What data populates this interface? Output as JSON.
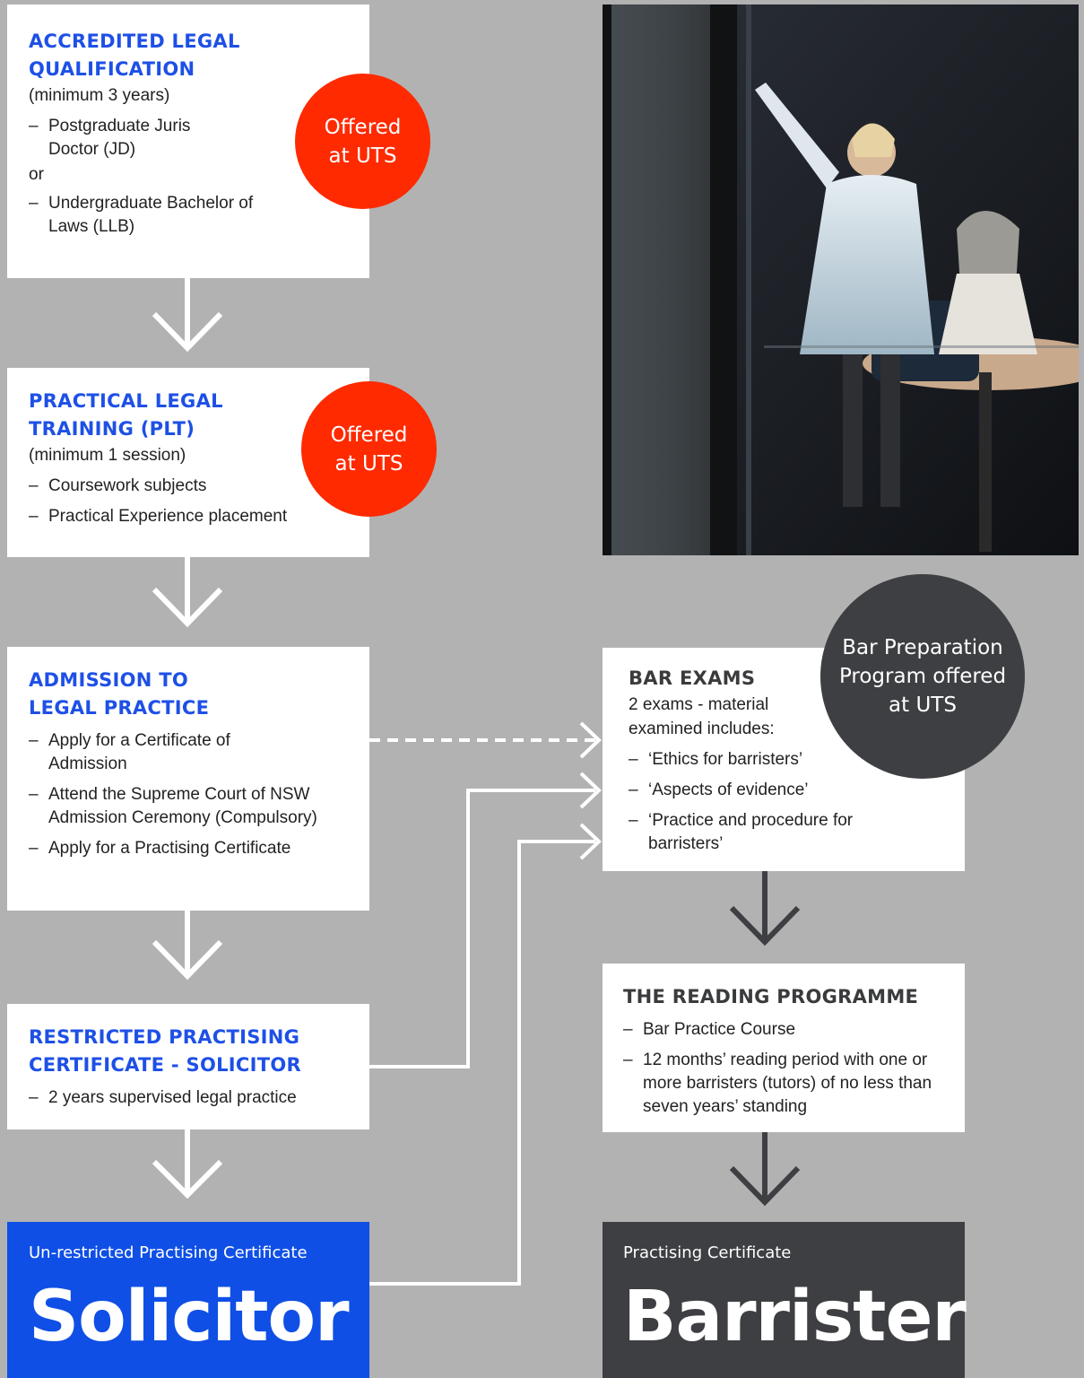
{
  "steps": {
    "qualification": {
      "title": "ACCREDITED LEGAL QUALIFICATION",
      "subtitle": "(minimum 3 years)",
      "item1": "Postgraduate Juris Doctor (JD)",
      "or": "or",
      "item2": "Undergraduate Bachelor of Laws (LLB)",
      "badge": "Offered at UTS"
    },
    "plt": {
      "title": "PRACTICAL LEGAL TRAINING (PLT)",
      "subtitle": "(minimum 1 session)",
      "items": [
        "Coursework subjects",
        "Practical Experience placement"
      ],
      "badge": "Offered at UTS"
    },
    "admission": {
      "title": "ADMISSION TO LEGAL PRACTICE",
      "items": [
        "Apply for a Certificate of Admission",
        "Attend the Supreme Court of NSW Admission Ceremony (Compulsory)",
        "Apply for a Practising Certificate"
      ]
    },
    "restricted": {
      "title": "RESTRICTED PRACTISING CERTIFICATE - SOLICITOR",
      "items": [
        "2 years supervised legal practice"
      ]
    },
    "solicitor": {
      "label": "Un-restricted Practising Certificate",
      "title": "Solicitor"
    },
    "bar_exams": {
      "title": "BAR EXAMS",
      "subtitle": "2 exams - material examined includes:",
      "items": [
        "‘Ethics for barristers’",
        "‘Aspects of evidence’",
        "‘Practice and procedure for barristers’"
      ],
      "badge": "Bar Preparation Program offered at UTS"
    },
    "reading": {
      "title": "THE READING PROGRAMME",
      "items": [
        "Bar Practice Course",
        "12 months’ reading period with one or more barristers (tutors) of no less than seven years’ standing"
      ]
    },
    "barrister": {
      "label": "Practising Certificate",
      "title": "Barrister"
    }
  },
  "colors": {
    "background": "#b2b2b2",
    "title_blue": "#1e50e6",
    "badge_red": "#ff2a00",
    "dark": "#3e3f42",
    "solicitor_blue": "#0f4fe6"
  }
}
